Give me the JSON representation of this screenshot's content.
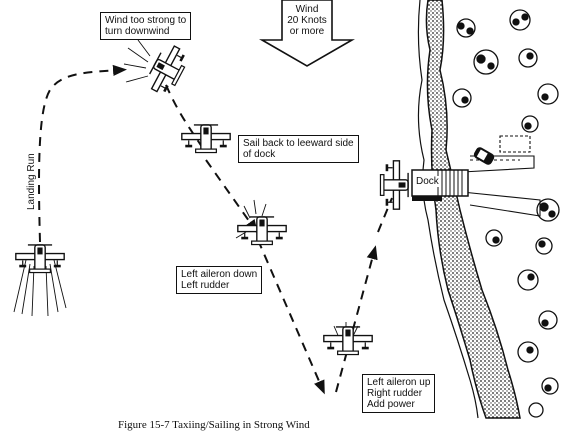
{
  "figure": {
    "caption": "Figure 15-7   Taxiing/Sailing in Strong Wind",
    "wind_label_line1": "Wind",
    "wind_label_line2": "20 Knots",
    "wind_label_line3": "or more",
    "labels": {
      "too_strong_line1": "Wind too strong to",
      "too_strong_line2": "turn downwind",
      "sail_back_line1": "Sail back to leeward side",
      "sail_back_line2": "of dock",
      "left_aileron_down": "Left aileron down",
      "left_rudder": "Left rudder",
      "left_aileron_up": "Left aileron up",
      "right_rudder": "Right rudder",
      "add_power": "Add power",
      "dock": "Dock",
      "landing_run": "Landing Run"
    }
  }
}
